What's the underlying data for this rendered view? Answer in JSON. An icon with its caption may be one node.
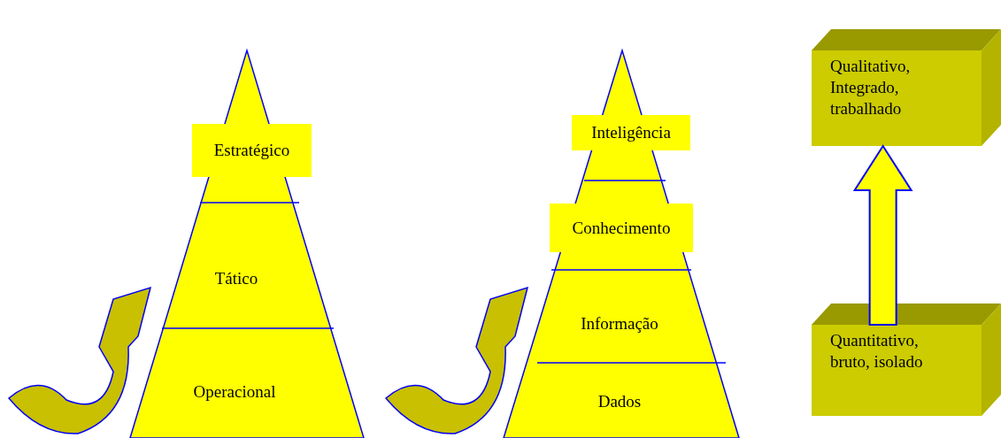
{
  "diagram": {
    "nodes": [
      {
        "text": [
          "Estratégico"
        ]
      },
      {
        "text": [
          "Tático"
        ]
      },
      {
        "text": [
          "Operacional"
        ]
      },
      {
        "text": [
          "Inteligência"
        ]
      },
      {
        "text": [
          "Conhecimento"
        ]
      },
      {
        "text": [
          "Informação"
        ]
      },
      {
        "text": [
          "Dados"
        ]
      },
      {
        "text": [
          "Qualitativo, Integrado, trabalhado"
        ]
      },
      {
        "text": [
          "Quantitativo, bruto, isolado"
        ]
      }
    ],
    "edges": [
      {
        "from": 8,
        "to": 7,
        "arrow": "to",
        "style": "thick"
      }
    ]
  }
}
